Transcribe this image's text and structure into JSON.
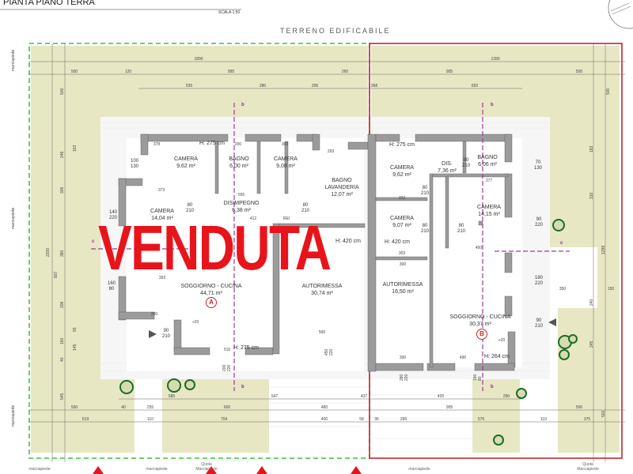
{
  "header": {
    "title": "PIANTA PIANO TERRA",
    "scale": "SCALA 1:50"
  },
  "site_label": "TERRENO EDIFICABILE",
  "stamp": "VENDUTA",
  "colors": {
    "lot_a_boundary": "#3cc43c",
    "lot_b_boundary": "#c8262b",
    "garden": "#e8e7c4",
    "walls": "#9b9b9b",
    "stamp": "#e8141b",
    "section_line": "#9a3c9a",
    "trees": "#1f6a2a"
  },
  "units": {
    "A": {
      "badge": "A",
      "rooms": [
        {
          "name": "CAMERA",
          "area": "9,62 m²"
        },
        {
          "name": "BAGNO",
          "area": "6,00 m²"
        },
        {
          "name": "CAMERA",
          "area": "9,08 m²"
        },
        {
          "name": "BAGNO\nLAVANDERIA",
          "area": "12,07 m²"
        },
        {
          "name": "DISIMPEGNO",
          "area": "6,38 m²"
        },
        {
          "name": "CAMERA",
          "area": "14,04 m²"
        },
        {
          "name": "SOGGIORNO - CUCINA",
          "area": "44,71 m²"
        },
        {
          "name": "AUTORIMESSA",
          "area": "30,74 m²"
        }
      ],
      "heights": [
        "H: 275 cm",
        "H: 420 cm",
        "H: 275 cm"
      ]
    },
    "B": {
      "badge": "B",
      "rooms": [
        {
          "name": "CAMERA",
          "area": "9,62 m²"
        },
        {
          "name": "DIS.",
          "area": "7,36 m²"
        },
        {
          "name": "BAGNO",
          "area": "6,06 m²"
        },
        {
          "name": "CAMERA",
          "area": "14,15 m²"
        },
        {
          "name": "CAMERA",
          "area": "9,07 m²"
        },
        {
          "name": "AUTORIMESSA",
          "area": "16,50 m²"
        },
        {
          "name": "SOGGIORNO - CUCINA",
          "area": "30,37 m²"
        }
      ],
      "heights": [
        "H: 275 cm",
        "H: 420 cm",
        "H: 264 cm"
      ]
    }
  },
  "openings": [
    "100\n130",
    "140\n220",
    "160\n80",
    "90\n210",
    "80\n210",
    "80\n210",
    "70\n130",
    "90\n220",
    "180\n220",
    "90\n210",
    "80\n210",
    "80\n210",
    "80\n210",
    "80\n210"
  ],
  "dimensions": {
    "top_row1": [
      "1890",
      "1390"
    ],
    "top_row2": [
      "500",
      "120",
      "995",
      "260",
      "905",
      "500"
    ],
    "top_row3": [
      "535",
      "280",
      "295",
      "358",
      "692"
    ],
    "bottom_row1": [
      "585",
      "547",
      "437",
      "420",
      "290"
    ],
    "bottom_row2": [
      "500",
      "40",
      "255",
      "600",
      "480",
      "905",
      "500"
    ],
    "bottom_row3": [
      "619",
      "110",
      "704",
      "400",
      "58",
      "35",
      "295",
      "575",
      "110",
      "375"
    ],
    "left": [
      "2200",
      "248",
      "305",
      "807",
      "380",
      "208",
      "160",
      "545",
      "500",
      "163",
      "55",
      "145",
      "40"
    ],
    "right": [
      "500",
      "183",
      "310",
      "1298",
      "150",
      "240",
      "245",
      "502",
      "350"
    ],
    "interior": [
      "378",
      "200",
      "303",
      "293",
      "373",
      "555",
      "412",
      "393",
      "290",
      "500",
      "510",
      "303",
      "377",
      "303",
      "450",
      "300",
      "300",
      "490"
    ]
  },
  "sections": {
    "b": "b",
    "c": "c"
  },
  "level_marks": [
    "+20",
    "+20"
  ],
  "misc_labels": [
    "REI",
    "450\n220",
    "200\n220",
    "280\n220",
    "180\n80"
  ],
  "street": {
    "left": "marciapiede",
    "quota": "Quota\nMarciapiede",
    "side": "marciapiede"
  }
}
